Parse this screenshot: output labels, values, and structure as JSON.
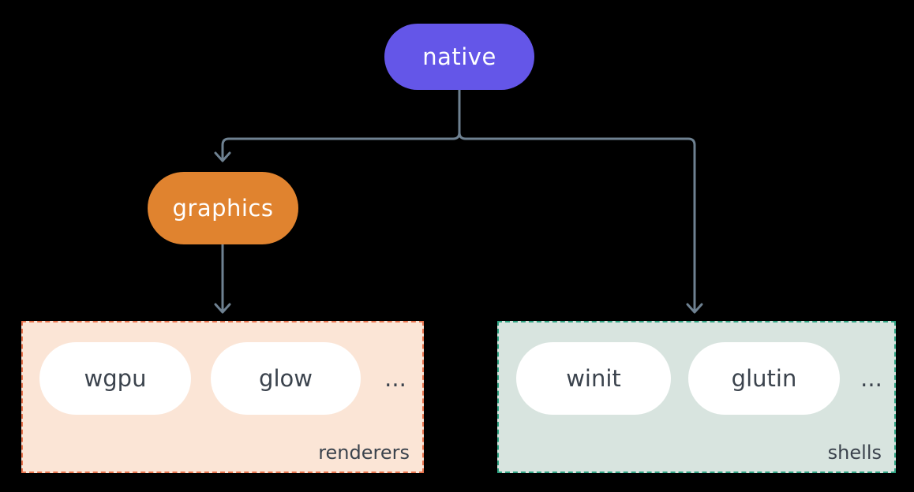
{
  "diagram": {
    "nodes": {
      "native": {
        "label": "native",
        "fill": "#6456e8",
        "text_color": "#ffffff"
      },
      "graphics": {
        "label": "graphics",
        "fill": "#e0832f",
        "text_color": "#ffffff"
      }
    },
    "groups": {
      "renderers": {
        "label": "renderers",
        "items": [
          "wgpu",
          "glow"
        ],
        "ellipsis": "...",
        "fill": "#fbe5d6",
        "border_color": "#e8744e"
      },
      "shells": {
        "label": "shells",
        "items": [
          "winit",
          "glutin"
        ],
        "ellipsis": "...",
        "fill": "#d8e4df",
        "border_color": "#2fa383"
      }
    },
    "connector_color": "#6e8191",
    "background": "#000000"
  }
}
